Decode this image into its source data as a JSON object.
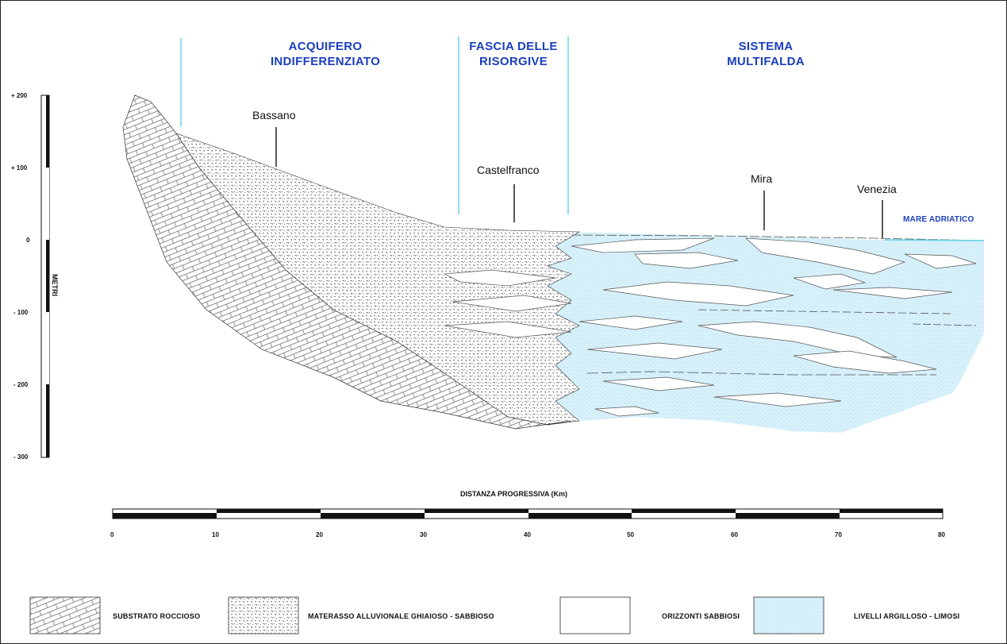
{
  "zones": [
    {
      "line1": "ACQUIFERO",
      "line2": "INDIFFERENZIATO"
    },
    {
      "line1": "FASCIA DELLE",
      "line2": "RISORGIVE"
    },
    {
      "line1": "SISTEMA",
      "line2": "MULTIFALDA"
    }
  ],
  "places": {
    "bassano": "Bassano",
    "castelfranco": "Castelfranco",
    "mira": "Mira",
    "venezia": "Venezia",
    "sea": "MARE ADRIATICO"
  },
  "vertical_axis": {
    "title": "METRI",
    "ticks": [
      "+ 200",
      "+ 100",
      "0",
      "- 100",
      "- 200",
      "- 300"
    ]
  },
  "horizontal_axis": {
    "title": "DISTANZA PROGRESSIVA (Km)",
    "ticks": [
      "0",
      "10",
      "20",
      "30",
      "40",
      "50",
      "60",
      "70",
      "80"
    ]
  },
  "legend": [
    {
      "label": "SUBSTRATO ROCCIOSO",
      "pattern": "rock"
    },
    {
      "label": "MATERASSO ALLUVIONALE GHIAIOSO - SABBIOSO",
      "pattern": "gravel"
    },
    {
      "label": "ORIZZONTI SABBIOSI",
      "pattern": "sand"
    },
    {
      "label": "LIVELLI ARGILLOSO - LIMOSI",
      "pattern": "clay"
    }
  ],
  "colors": {
    "title_blue": "#1b3fbf",
    "divider_cyan": "#5fd0e6",
    "clay_fill": "#d8f1fa",
    "ink": "#222222"
  }
}
